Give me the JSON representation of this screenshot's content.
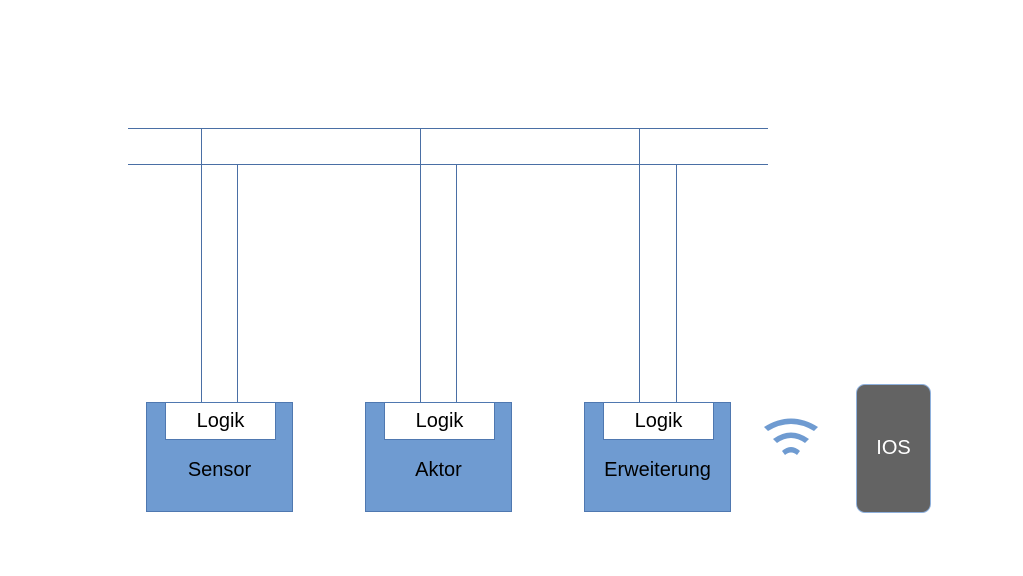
{
  "modules": [
    {
      "id": "sensor",
      "logic_label": "Logik",
      "label": "Sensor"
    },
    {
      "id": "aktor",
      "logic_label": "Logik",
      "label": "Aktor"
    },
    {
      "id": "erweiterung",
      "logic_label": "Logik",
      "label": "Erweiterung"
    }
  ],
  "device": {
    "label": "IOS"
  },
  "icons": {
    "wireless": "wifi-icon"
  },
  "colors": {
    "line": "#4a6fa5",
    "module_fill": "#6f9bd1",
    "module_border": "#4f78b0",
    "phone_fill": "#636363",
    "phone_border": "#8eb0dc",
    "wifi": "#6f9bd1"
  }
}
